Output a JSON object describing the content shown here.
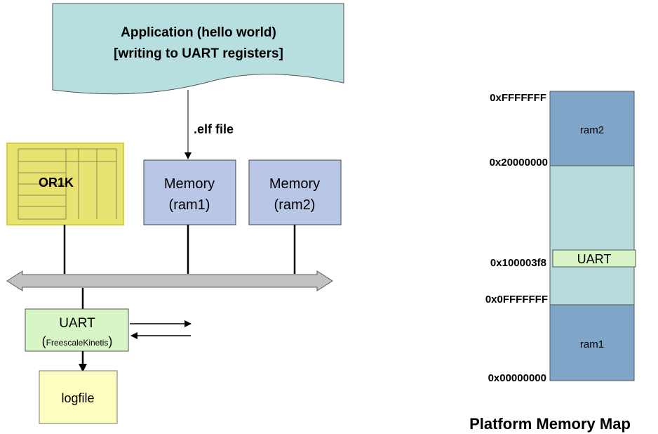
{
  "application": {
    "line1": "Application (hello world)",
    "line2": "[writing to UART registers]"
  },
  "elf_label": ".elf file",
  "processor": {
    "label": "OR1K"
  },
  "memory_ram1": {
    "line1": "Memory",
    "line2": "(ram1)"
  },
  "memory_ram2": {
    "line1": "Memory",
    "line2": "(ram2)"
  },
  "uart_block": {
    "title": "UART",
    "paren_open": "(",
    "subtitle": "FreescaleKinetis",
    "paren_close": ")"
  },
  "logfile": {
    "label": "logfile"
  },
  "memory_map": {
    "title": "Platform Memory Map",
    "regions": {
      "ram2": "ram2",
      "uart": "UART",
      "ram1": "ram1"
    },
    "addresses": {
      "top": "0xFFFFFFF",
      "ram2_base": "0x20000000",
      "uart_base": "0x100003f8",
      "ram1_top": "0x0FFFFFFF",
      "bottom": "0x00000000"
    }
  },
  "colors": {
    "application_fill": "#b7dfe0",
    "processor_fill": "#e8e271",
    "processor_border": "#d8cf3e",
    "memory_fill": "#b9c7e6",
    "uart_fill": "#d8f5c6",
    "logfile_fill": "#fdfdc0",
    "bus_fill": "#c2c2c2",
    "map_dark": "#7fa6c9",
    "map_light": "#b8dcdc",
    "map_uart": "#d8f5c6"
  }
}
